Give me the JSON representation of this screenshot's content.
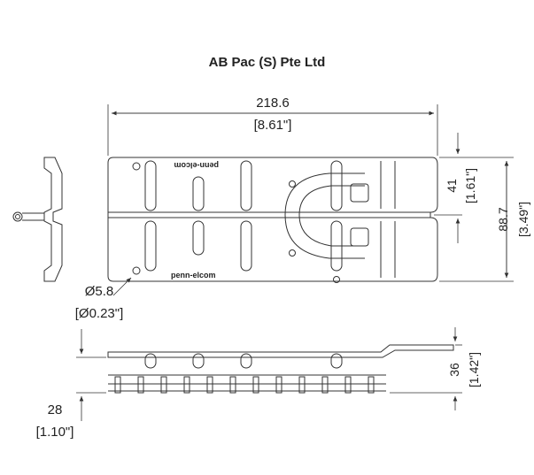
{
  "title": "AB Pac (S) Pte Ltd",
  "dimensions": {
    "length_mm": "218.6",
    "length_in": "[8.61\"]",
    "height_upper_mm": "41",
    "height_upper_in": "[1.61\"]",
    "width_mm": "88.7",
    "width_in": "[3.49\"]",
    "hole_mm": "Ø5.8",
    "hole_in": "[Ø0.23\"]",
    "side_height_mm": "36",
    "side_height_in": "[1.42\"]",
    "base_height_mm": "28",
    "base_height_in": "[1.10\"]"
  },
  "logo_text": "penn-elcom",
  "colors": {
    "line": "#333333",
    "fill": "#ffffff"
  }
}
